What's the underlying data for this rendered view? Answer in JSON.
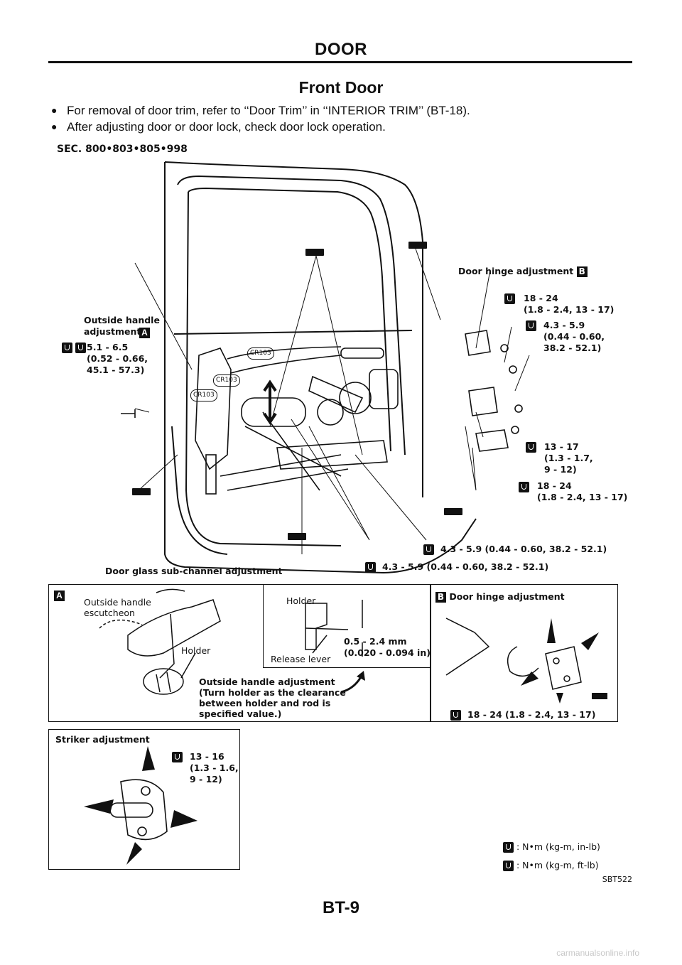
{
  "header": {
    "section": "DOOR"
  },
  "title": "Front Door",
  "bullets": [
    "For removal of door trim, refer to ‘‘Door Trim’’ in ‘‘INTERIOR TRIM’’ (BT-18).",
    "After adjusting door or door lock, check door lock operation."
  ],
  "diagram": {
    "sec_code": "SEC. 800•803•805•998",
    "callouts": {
      "hinge_adj": "Door hinge adjustment",
      "outside_handle_adj": "Outside handle\nadjustment",
      "t1": "18 - 24\n(1.8 - 2.4, 13 - 17)",
      "t2": "4.3 - 5.9\n(0.44 - 0.60,\n38.2 - 52.1)",
      "t3": "5.1 - 6.5\n(0.52 - 0.66,\n45.1 - 57.3)",
      "t4": "13 - 17\n(1.3 - 1.7,\n9 - 12)",
      "t5": "18 - 24\n(1.8 - 2.4, 13 - 17)",
      "t6": "4.3 - 5.9 (0.44 - 0.60, 38.2 - 52.1)",
      "t7": "4.3 - 5.9 (0.44 - 0.60, 38.2 - 52.1)",
      "sub_channel": "Door glass sub-channel adjustment",
      "cr": "CR103"
    }
  },
  "detail_a": {
    "letter": "A",
    "escutcheon": "Outside handle\nescutcheon",
    "holder": "Holder",
    "holder2": "Holder",
    "release_lever": "Release lever",
    "clearance": "0.5 - 2.4 mm\n(0.020 - 0.094 in)",
    "note": "Outside handle adjustment\n(Turn holder as the clearance\nbetween holder and rod is\nspecified value.)"
  },
  "detail_b": {
    "letter": "B",
    "title": "Door hinge adjustment",
    "torque": "18 - 24 (1.8 - 2.4, 13 - 17)"
  },
  "striker": {
    "title": "Striker adjustment",
    "torque": "13 - 16\n(1.3 - 1.6,\n9 - 12)"
  },
  "legend": {
    "in_lb": ": N•m (kg-m, in-lb)",
    "ft_lb": ": N•m (kg-m, ft-lb)"
  },
  "figure_code": "SBT522",
  "page_number": "BT-9",
  "footer": "carmanualsonline.info"
}
